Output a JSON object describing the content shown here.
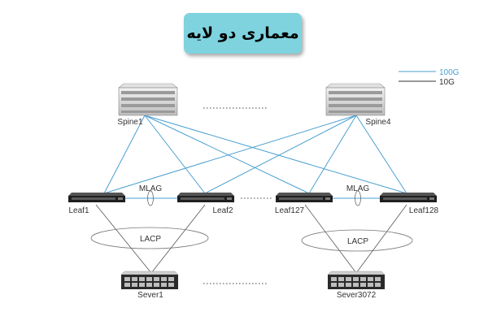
{
  "title": "معماری دو لایه",
  "legend": {
    "items": [
      {
        "label": "100G",
        "color": "#4a9fd1"
      },
      {
        "label": "10G",
        "color": "#333333"
      }
    ]
  },
  "colors": {
    "link_100g": "#4a9fd1",
    "link_10g": "#333333",
    "title_bg": "#7ed3df"
  },
  "spines": [
    {
      "label": "Spine1",
      "icon": "spine-switch-icon"
    },
    {
      "label": "Spine4",
      "icon": "spine-switch-icon"
    }
  ],
  "leaves": [
    {
      "label": "Leaf1",
      "icon": "leaf-switch-icon"
    },
    {
      "label": "Leaf2",
      "icon": "leaf-switch-icon"
    },
    {
      "label": "Leaf127",
      "icon": "leaf-switch-icon"
    },
    {
      "label": "Leaf128",
      "icon": "leaf-switch-icon"
    }
  ],
  "mlag": [
    {
      "label": "MLAG"
    },
    {
      "label": "MLAG"
    }
  ],
  "lacp": [
    {
      "label": "LACP"
    },
    {
      "label": "LACP"
    }
  ],
  "servers": [
    {
      "label": "Sever1",
      "icon": "server-icon"
    },
    {
      "label": "Sever3072",
      "icon": "server-icon"
    }
  ]
}
